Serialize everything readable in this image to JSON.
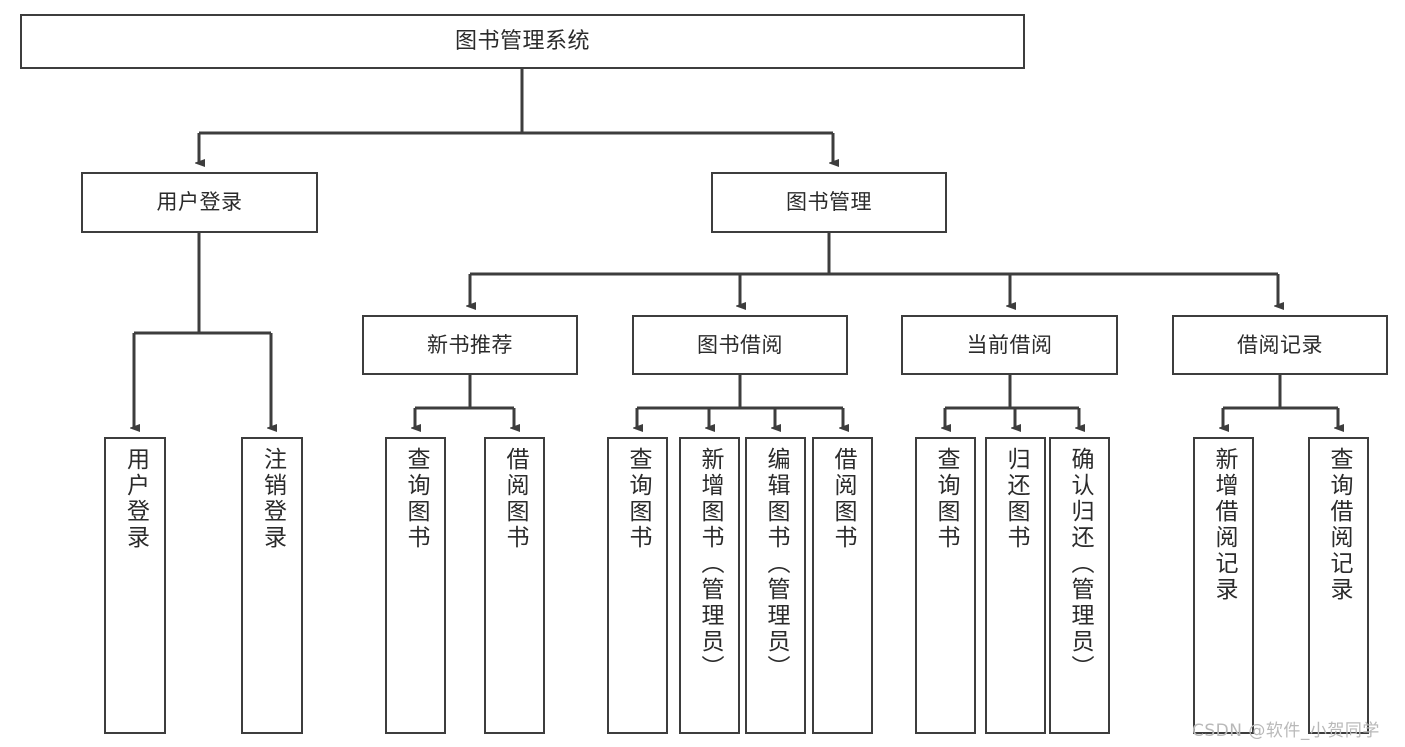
{
  "diagram": {
    "type": "tree",
    "title": "图书管理系统",
    "root": {
      "id": "root",
      "label": "图书管理系统"
    },
    "level1": [
      {
        "id": "user-login",
        "label": "用户登录"
      },
      {
        "id": "book-manage",
        "label": "图书管理"
      }
    ],
    "level2": [
      {
        "id": "new-book-rec",
        "label": "新书推荐",
        "parent": "book-manage"
      },
      {
        "id": "book-borrow",
        "label": "图书借阅",
        "parent": "book-manage"
      },
      {
        "id": "current-borrow",
        "label": "当前借阅",
        "parent": "book-manage"
      },
      {
        "id": "borrow-record",
        "label": "借阅记录",
        "parent": "book-manage"
      }
    ],
    "leaves": {
      "user-login": [
        {
          "id": "leaf-user-login",
          "label": "用户登录"
        },
        {
          "id": "leaf-logout",
          "label": "注销登录"
        }
      ],
      "new-book-rec": [
        {
          "id": "leaf-query-book-1",
          "label": "查询图书"
        },
        {
          "id": "leaf-borrow-book-1",
          "label": "借阅图书"
        }
      ],
      "book-borrow": [
        {
          "id": "leaf-query-book-2",
          "label": "查询图书"
        },
        {
          "id": "leaf-add-book",
          "label": "新增图书（管理员）"
        },
        {
          "id": "leaf-edit-book",
          "label": "编辑图书（管理员）"
        },
        {
          "id": "leaf-borrow-book-2",
          "label": "借阅图书"
        }
      ],
      "current-borrow": [
        {
          "id": "leaf-query-book-3",
          "label": "查询图书"
        },
        {
          "id": "leaf-return-book",
          "label": "归还图书"
        },
        {
          "id": "leaf-confirm-return",
          "label": "确认归还（管理员）"
        }
      ],
      "borrow-record": [
        {
          "id": "leaf-add-record",
          "label": "新增借阅记录"
        },
        {
          "id": "leaf-query-record",
          "label": "查询借阅记录"
        }
      ]
    }
  },
  "watermark": {
    "text": "CSDN @软件_小贺同学"
  },
  "colors": {
    "border": "#3d3d3d",
    "text": "#2b2b2b",
    "background": "#ffffff",
    "watermark": "#b9b9b9"
  }
}
